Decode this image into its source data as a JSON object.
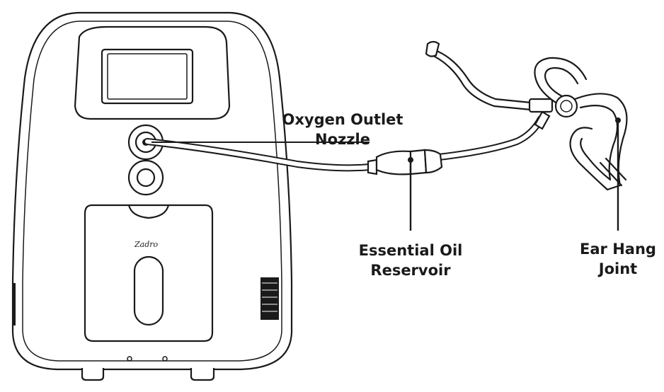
{
  "diagram": {
    "brand_logo": "Zadro",
    "callouts": {
      "oxygen_outlet": {
        "line1": "Oxygen Outlet",
        "line2": "Nozzle"
      },
      "oil_reservoir": {
        "line1": "Essential Oil",
        "line2": "Reservoir"
      },
      "ear_hang": {
        "line1": "Ear Hang",
        "line2": "Joint"
      }
    }
  },
  "colors": {
    "stroke": "#1a1a1a",
    "vent": "#1a1a1a",
    "background": "#ffffff"
  }
}
